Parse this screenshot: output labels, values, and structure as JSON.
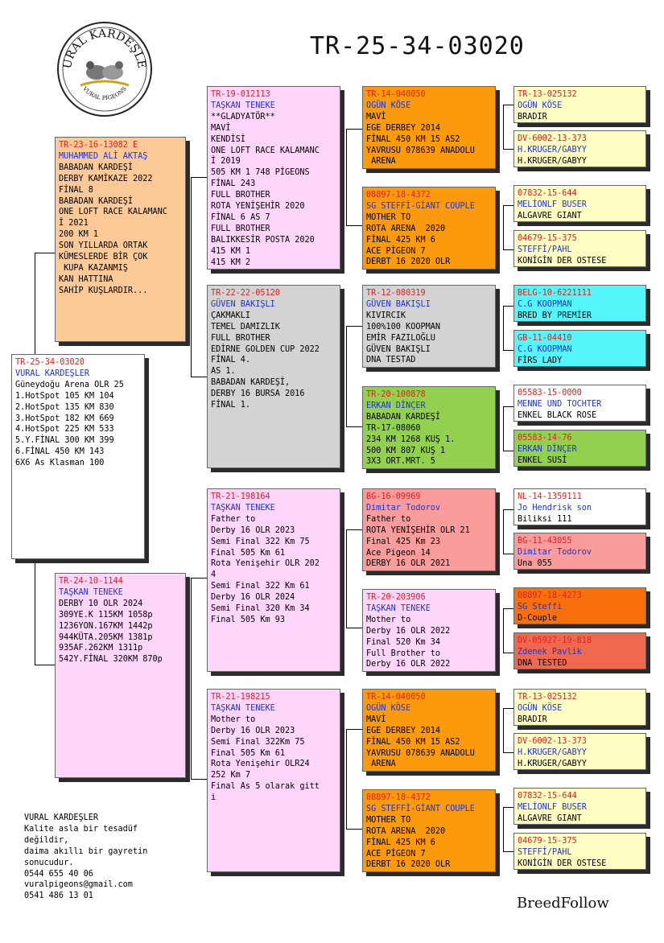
{
  "title": "TR-25-34-03020",
  "logo": {
    "text_top": "VURAL KARDEŞLER",
    "text_bottom": "VURAL PİGEONS"
  },
  "brand": "BreedFollow",
  "footer": {
    "lines": [
      "VURAL KARDEŞLER",
      "Kalite asla bir tesadüf",
      "değildir,",
      "daima akıllı bir gayretin",
      "sonucudur.",
      "0544 655 40 06",
      "vuralpigeons@gmail.com",
      "0541 486 13 01"
    ]
  },
  "birds": {
    "subject": {
      "ring": "TR-25-34-03020",
      "owner": "VURAL KARDEŞLER",
      "lines": [
        "",
        "Güneydoğu Arena OLR 25",
        "1.HotSpot 105 KM 104",
        "2.HotSpot 135 KM 830",
        "3.HotSpot 182 KM 669",
        "4.HotSpot 225 KM 533",
        "5.Y.FİNAL 300 KM 399",
        "6.FİNAL 450 KM 143",
        "6X6 As Klasman 100"
      ]
    },
    "sire": {
      "ring": "TR-23-16-13082 E",
      "owner": "MUHAMMED ALİ AKTAŞ",
      "lines": [
        "BABADAN KARDEŞİ",
        "DERBY KAMİKAZE 2022",
        "FİNAL 8",
        "BABADAN KARDEŞİ",
        "ONE LOFT RACE KALAMANC",
        "İ 2021",
        "200 KM 1",
        "",
        "SON YILLARDA ORTAK",
        "KÜMESLERDE BİR ÇOK",
        " KUPA KAZANMIŞ",
        "KAN HATTINA",
        "SAHİP KUŞLARDIR..."
      ]
    },
    "dam": {
      "ring": "TR-24-10-1144",
      "owner": "TAŞKAN TENEKE",
      "lines": [
        "DERBY 10 OLR 2024",
        "309YE.K 115KM 1058p",
        "1236YON.167KM 1442p",
        "944KÜTA.205KM 1381p",
        "935AF.262KM 1311p",
        "542Y.FİNAL 320KM 870p"
      ]
    },
    "ss": {
      "ring": "TR-19-012113",
      "owner": "TAŞKAN TENEKE",
      "lines": [
        "**GLADYATÖR**",
        "MAVİ",
        "KENDİSİ",
        "ONE LOFT RACE KALAMANC",
        "İ 2019",
        "505 KM 1 748 PİGEONS",
        "FİNAL 243",
        "FULL BROTHER",
        "ROTA YENİŞEHİR 2020",
        "FİNAL 6 AS 7",
        "FULL BROTHER",
        "BALIKKESİR POSTA 2020",
        "415 KM 1",
        "415 KM 2"
      ]
    },
    "sd": {
      "ring": "TR-22-22-05120",
      "owner": "GÜVEN BAKIŞLI",
      "lines": [
        "ÇAKMAKLI",
        "TEMEL DAMIZLIK",
        "FULL BROTHER",
        "EDİRNE GOLDEN CUP 2022",
        "FİNAL 4.",
        "AS 1.",
        "BABADAN KARDEŞİ,",
        "DERBY 16 BURSA 2016",
        "FİNAL 1."
      ]
    },
    "ds": {
      "ring": "TR-21-198164",
      "owner": "TAŞKAN TENEKE",
      "lines": [
        "Father to",
        "Derby 16 OLR 2023",
        "Semi Final 322 Km 75",
        "Final 505 Km 61",
        "Rota Yenişehir OLR 202",
        "4",
        "Semi Final 322 Km 61",
        "Derby 16 OLR 2024",
        "Semi Final 320 Km 34",
        "Final 505 Km 93"
      ]
    },
    "dd": {
      "ring": "TR-21-198215",
      "owner": "TAŞKAN TENEKE",
      "lines": [
        "Mother to",
        "Derby 16 OLR 2023",
        "Semi Final 322Km 75",
        "Final 505 Km 61",
        "Rota Yenişehir OLR24",
        "252 Km 7",
        "Final As 5 olarak gitt",
        "i"
      ]
    },
    "sss": {
      "ring": "TR-14-040050",
      "owner": "OGÜN KÖSE",
      "lines": [
        "MAVİ",
        "EGE DERBEY 2014",
        "FİNAL 450 KM 15 AS2",
        "YAVRUSU 078639 ANADOLU",
        " ARENA"
      ]
    },
    "ssd": {
      "ring": "08897-18-4372",
      "owner": "SG STEFFİ-GİANT COUPLE",
      "lines": [
        "MOTHER TO",
        "ROTA ARENA  2020",
        "FİNAL 425 KM 6",
        "ACE PİGEON 7",
        "DERBT 16 2020 OLR"
      ]
    },
    "sds": {
      "ring": "TR-12-080319",
      "owner": "GÜVEN BAKIŞLI",
      "lines": [
        "KIVIRCIK",
        "100%100 KOOPMAN",
        "EMİR FAZILOĞLU",
        "GÜVEN BAKIŞLI",
        "DNA TESTAD"
      ]
    },
    "sdd": {
      "ring": "TR-20-100878",
      "owner": "ERKAN DİNÇER",
      "lines": [
        "BABADAN KARDEŞİ",
        "TR-17-08060",
        "234 KM 1268 KUŞ 1.",
        "500 KM 807 KUŞ 1",
        "3X3 ORT.MRT. 5"
      ]
    },
    "dss": {
      "ring": "BG-16-09969",
      "owner": "Dimitar Todorov",
      "lines": [
        "Father to",
        "ROTA YENİŞEHİR OLR 21",
        "Final 425 Km 23",
        "Ace Pigeon 14",
        "DERBY 16 OLR 2021"
      ]
    },
    "dsd": {
      "ring": "TR-20-203906",
      "owner": "TAŞKAN TENEKE",
      "lines": [
        "Mother to",
        "Derby 16 OLR 2022",
        "Final 520 Km 34",
        "Full Brother to",
        "Derby 16 OLR 2022"
      ]
    },
    "dds": {
      "ring": "TR-14-040050",
      "owner": "OGÜN KÖSE",
      "lines": [
        "MAVİ",
        "EGE DERBEY 2014",
        "FİNAL 450 KM 15 AS2",
        "YAVRUSU 078639 ANADOLU",
        " ARENA"
      ]
    },
    "ddd": {
      "ring": "08897-18-4372",
      "owner": "SG STEFFİ-GİANT COUPLE",
      "lines": [
        "MOTHER TO",
        "ROTA ARENA  2020",
        "FİNAL 425 KM 6",
        "ACE PİGEON 7",
        "DERBT 16 2020 OLR"
      ]
    },
    "g1": {
      "ring": "TR-13-025132",
      "owner": "OGÜN KÖSE",
      "lines": [
        "BRADIR"
      ]
    },
    "g2": {
      "ring": "DV-6002-13-373",
      "owner": "H.KRUGER/GABYY",
      "lines": [
        "H.KRUGER/GABYY"
      ]
    },
    "g3": {
      "ring": "07832-15-644",
      "owner": "MELİONLF BUSER",
      "lines": [
        "ALGAVRE GIANT"
      ]
    },
    "g4": {
      "ring": "04679-15-375",
      "owner": "STEFFİ/PAHL",
      "lines": [
        "KONİGİN DER OSTESE"
      ]
    },
    "g5": {
      "ring": "BELG-10-6221111",
      "owner": "C.G KOOPMAN",
      "lines": [
        "BRED BY PREMİER"
      ]
    },
    "g6": {
      "ring": "GB-11-04410",
      "owner": "C.G KOOPMAN",
      "lines": [
        "FİRS LADY"
      ]
    },
    "g7": {
      "ring": "05583-15-0000",
      "owner": "MENNE UND TOCHTER",
      "lines": [
        "ENKEL BLACK ROSE"
      ]
    },
    "g8": {
      "ring": "05583-14-76",
      "owner": "ERKAN DİNÇER",
      "lines": [
        "ENKEL SUSİ"
      ]
    },
    "g9": {
      "ring": "NL-14-1359111",
      "owner": "Jo Hendrisk son",
      "lines": [
        "Biliksi 111"
      ]
    },
    "g10": {
      "ring": "BG-11-43055",
      "owner": "Dimitar Todorov",
      "lines": [
        "Una 055"
      ]
    },
    "g11": {
      "ring": "08897-18-4273",
      "owner": "SG Steffi",
      "lines": [
        "D-Couple"
      ]
    },
    "g12": {
      "ring": "DV-05927-19-818",
      "owner": "Zdenek Pavlik",
      "lines": [
        "DNA TESTED"
      ]
    },
    "g13": {
      "ring": "TR-13-025132",
      "owner": "OGÜN KÖSE",
      "lines": [
        "BRADIR"
      ]
    },
    "g14": {
      "ring": "DV-6002-13-373",
      "owner": "H.KRUGER/GABYY",
      "lines": [
        "H.KRUGER/GABYY"
      ]
    },
    "g15": {
      "ring": "07832-15-644",
      "owner": "MELİONLF BUSER",
      "lines": [
        "ALGAVRE GIANT"
      ]
    },
    "g16": {
      "ring": "04679-15-375",
      "owner": "STEFFİ/PAHL",
      "lines": [
        "KONİGİN DER OSTESE"
      ]
    }
  }
}
